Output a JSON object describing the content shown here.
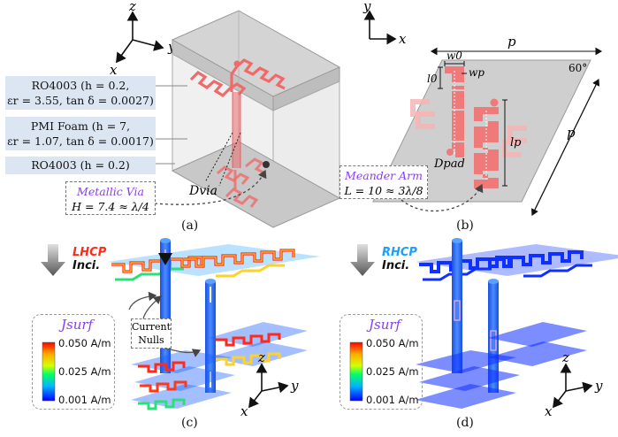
{
  "axes": {
    "x": "x",
    "y": "y",
    "z": "z"
  },
  "panel_a": {
    "caption": "(a)",
    "layer1": {
      "line1": "RO4003 (h = 0.2,",
      "line2": "εr = 3.55, tan δ = 0.0027)"
    },
    "layer2": {
      "line1": "PMI Foam (h = 7,",
      "line2": "εr = 1.07, tan δ = 0.0017)"
    },
    "layer3": "RO4003 (h = 0.2)",
    "via": {
      "title": "Metallic Via",
      "formula": "H = 7.4 ≈ λ/4"
    },
    "dvia": "Dvia"
  },
  "panel_b": {
    "caption": "(b)",
    "p_top": "p",
    "p_side": "p",
    "angle": "60°",
    "w0": "w0",
    "wp": "wp",
    "l0": "l0",
    "lp": "lp",
    "dpad": "Dpad",
    "meander": {
      "title": "Meander Arm",
      "formula": "L = 10 ≈ 3λ/8"
    }
  },
  "panel_c": {
    "caption": "(c)",
    "incidence": {
      "pol": "LHCP",
      "word": "Inci."
    },
    "nulls": {
      "line1": "Current",
      "line2": "Nulls"
    },
    "legend": {
      "title": "Jsurf",
      "max": "0.050 A/m",
      "mid": "0.025 A/m",
      "min": "0.001 A/m"
    }
  },
  "panel_d": {
    "caption": "(d)",
    "incidence": {
      "pol": "RHCP",
      "word": "Inci."
    },
    "legend": {
      "title": "Jsurf",
      "max": "0.050 A/m",
      "mid": "0.025 A/m",
      "min": "0.001 A/m"
    }
  },
  "colors": {
    "lhcp": "#ff2a1a",
    "rhcp": "#1aa0ff",
    "annotation": "#8a3cf0",
    "metal": "#f06a6a"
  }
}
